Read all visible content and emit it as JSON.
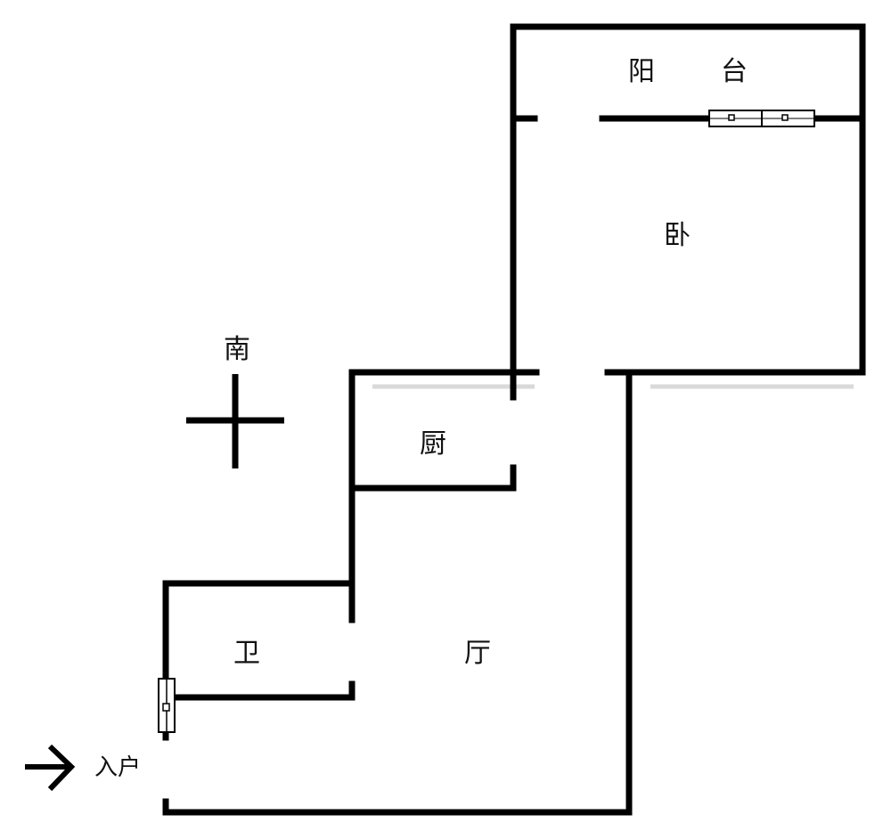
{
  "diagram": {
    "rooms": {
      "balcony_char1": "阳",
      "balcony_char2": "台",
      "bedroom": "卧",
      "kitchen": "厨",
      "bathroom": "卫",
      "living_room": "厅"
    },
    "compass": {
      "label": "南"
    },
    "entrance": {
      "label": "入户"
    },
    "colors": {
      "wall": "#000000",
      "background": "#ffffff",
      "shadow": "#d9d9d9"
    }
  }
}
